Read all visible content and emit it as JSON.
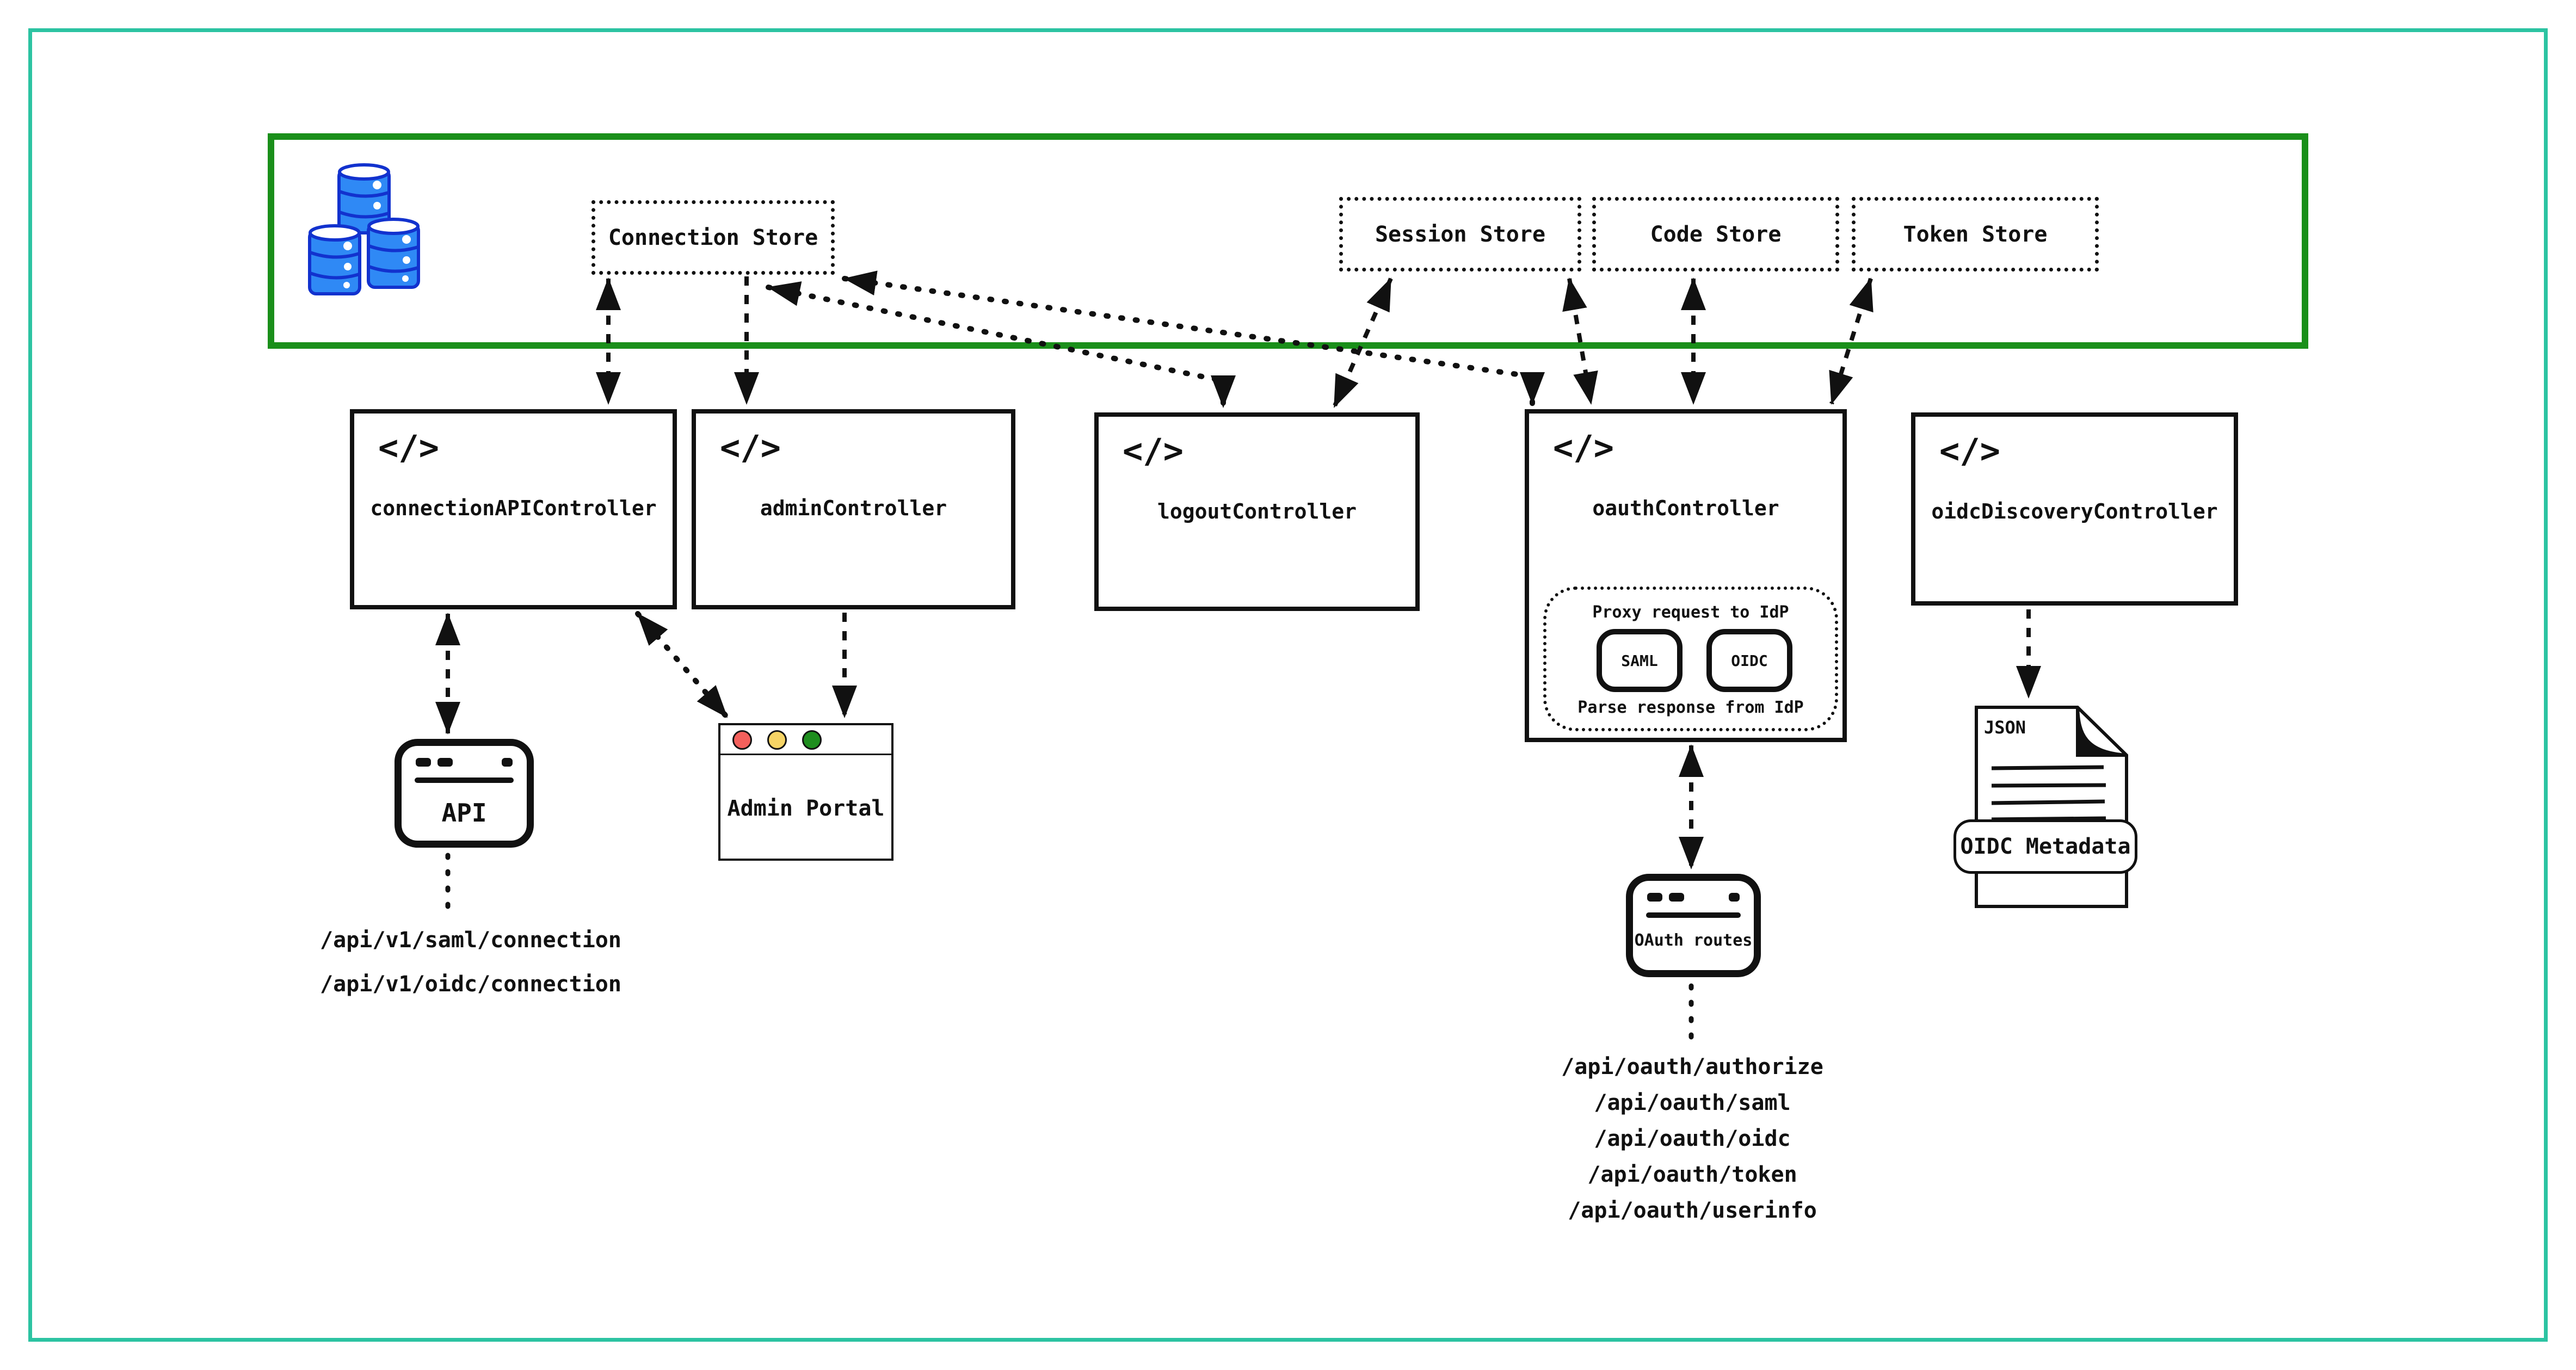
{
  "code_icon_glyph": "</>",
  "colors": {
    "outer_frame": "#2cc3a2",
    "store_zone_border": "#1a8f1a",
    "line_color": "#111111",
    "barrel_fill": "#2f89f5",
    "barrel_stroke": "#1232ce",
    "traffic_red": "#f4605c",
    "traffic_yellow": "#f6d465",
    "traffic_green": "#1e8e1e"
  },
  "stores": [
    {
      "label": "Connection Store"
    },
    {
      "label": "Session Store"
    },
    {
      "label": "Code Store"
    },
    {
      "label": "Token Store"
    }
  ],
  "controllers": [
    {
      "label": "connectionAPIController"
    },
    {
      "label": "adminController"
    },
    {
      "label": "logoutController"
    },
    {
      "label": "oauthController"
    },
    {
      "label": "oidcDiscoveryController"
    }
  ],
  "oauth_proxy": {
    "top_label": "Proxy request to IdP",
    "bottom_label": "Parse response from IdP",
    "protocols": [
      {
        "label": "SAML"
      },
      {
        "label": "OIDC"
      }
    ]
  },
  "windows": {
    "api": {
      "label": "API"
    },
    "admin_portal": {
      "label": "Admin Portal"
    },
    "oauth_routes": {
      "label": "OAuth routes"
    }
  },
  "json_document": {
    "type_label": "JSON",
    "banner_label": "OIDC Metadata"
  },
  "connection_paths": [
    "/api/v1/saml/connection",
    "/api/v1/oidc/connection"
  ],
  "oauth_path_list": [
    "/api/oauth/authorize",
    "/api/oauth/saml",
    "/api/oauth/oidc",
    "/api/oauth/token",
    "/api/oauth/userinfo"
  ]
}
